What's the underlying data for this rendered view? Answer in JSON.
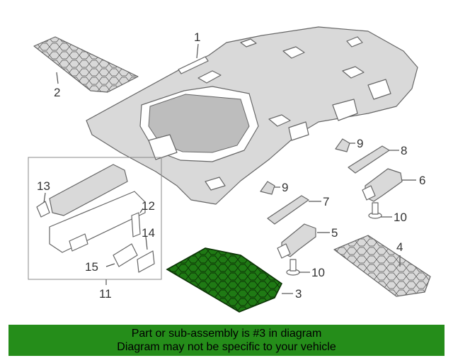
{
  "callouts": {
    "c1": "1",
    "c2": "2",
    "c3": "3",
    "c4": "4",
    "c5": "5",
    "c6": "6",
    "c7": "7",
    "c8": "8",
    "c9a": "9",
    "c9b": "9",
    "c10a": "10",
    "c10b": "10",
    "c11": "11",
    "c12": "12",
    "c13": "13",
    "c14": "14",
    "c15": "15"
  },
  "highlight": {
    "part_number": "3",
    "color": "#1f7a14"
  },
  "banner": {
    "line1": "Part or sub-assembly is #3 in diagram",
    "line2": "Diagram may not be specific to your vehicle",
    "color": "#258d1a"
  }
}
